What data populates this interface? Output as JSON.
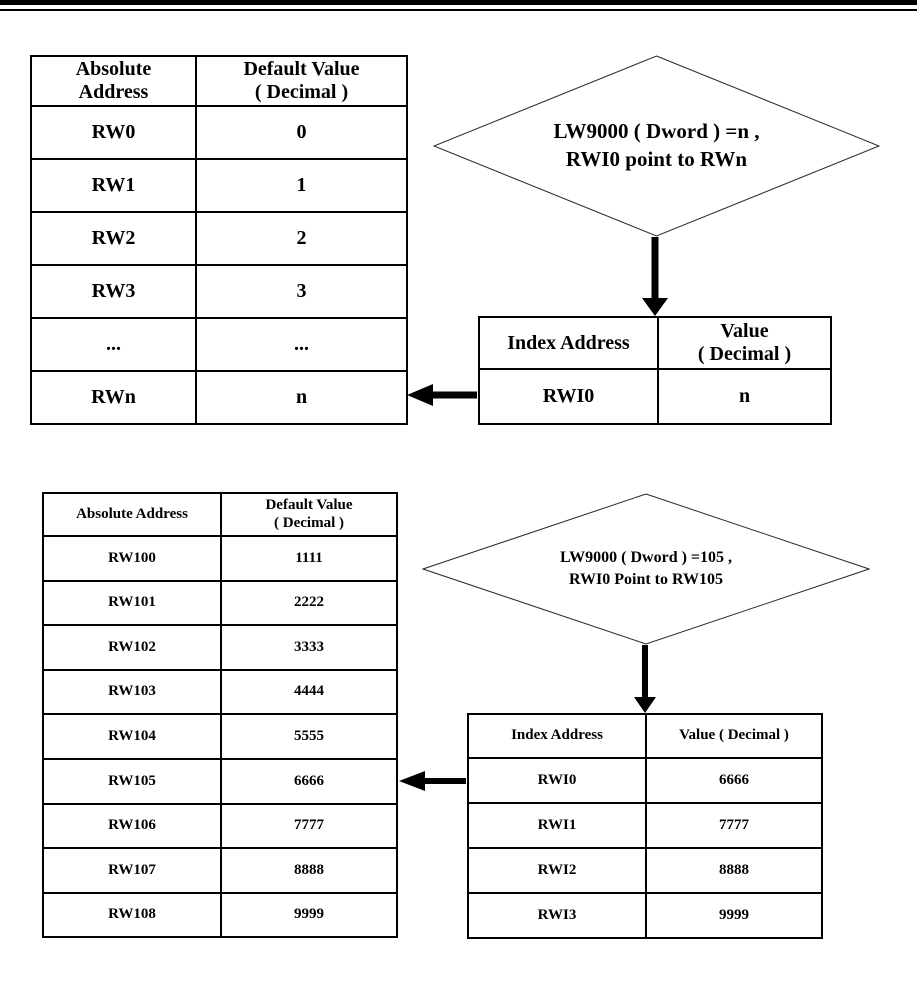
{
  "colors": {
    "ink": "#000000",
    "background": "#ffffff"
  },
  "figure1": {
    "absolute_table": {
      "headers": [
        [
          "Absolute",
          "Address"
        ],
        [
          "Default Value",
          "( Decimal )"
        ]
      ],
      "rows": [
        [
          "RW0",
          "0"
        ],
        [
          "RW1",
          "1"
        ],
        [
          "RW2",
          "2"
        ],
        [
          "RW3",
          "3"
        ],
        [
          "...",
          "..."
        ],
        [
          "RWn",
          "n"
        ]
      ]
    },
    "diamond": {
      "line1": "LW9000 ( Dword ) =n ,",
      "line2": "RWI0 point to RWn"
    },
    "index_table": {
      "headers": [
        [
          "Index Address"
        ],
        [
          "Value",
          "( Decimal )"
        ]
      ],
      "rows": [
        [
          "RWI0",
          "n"
        ]
      ]
    }
  },
  "figure2": {
    "absolute_table": {
      "headers": [
        [
          "Absolute Address"
        ],
        [
          "Default Value",
          "( Decimal )"
        ]
      ],
      "rows": [
        [
          "RW100",
          "1111"
        ],
        [
          "RW101",
          "2222"
        ],
        [
          "RW102",
          "3333"
        ],
        [
          "RW103",
          "4444"
        ],
        [
          "RW104",
          "5555"
        ],
        [
          "RW105",
          "6666"
        ],
        [
          "RW106",
          "7777"
        ],
        [
          "RW107",
          "8888"
        ],
        [
          "RW108",
          "9999"
        ]
      ]
    },
    "diamond": {
      "line1": "LW9000 ( Dword ) =105 ,",
      "line2": "RWI0 Point to RW105"
    },
    "index_table": {
      "headers": [
        [
          "Index Address"
        ],
        [
          "Value ( Decimal )"
        ]
      ],
      "rows": [
        [
          "RWI0",
          "6666"
        ],
        [
          "RWI1",
          "7777"
        ],
        [
          "RWI2",
          "8888"
        ],
        [
          "RWI3",
          "9999"
        ]
      ]
    }
  }
}
